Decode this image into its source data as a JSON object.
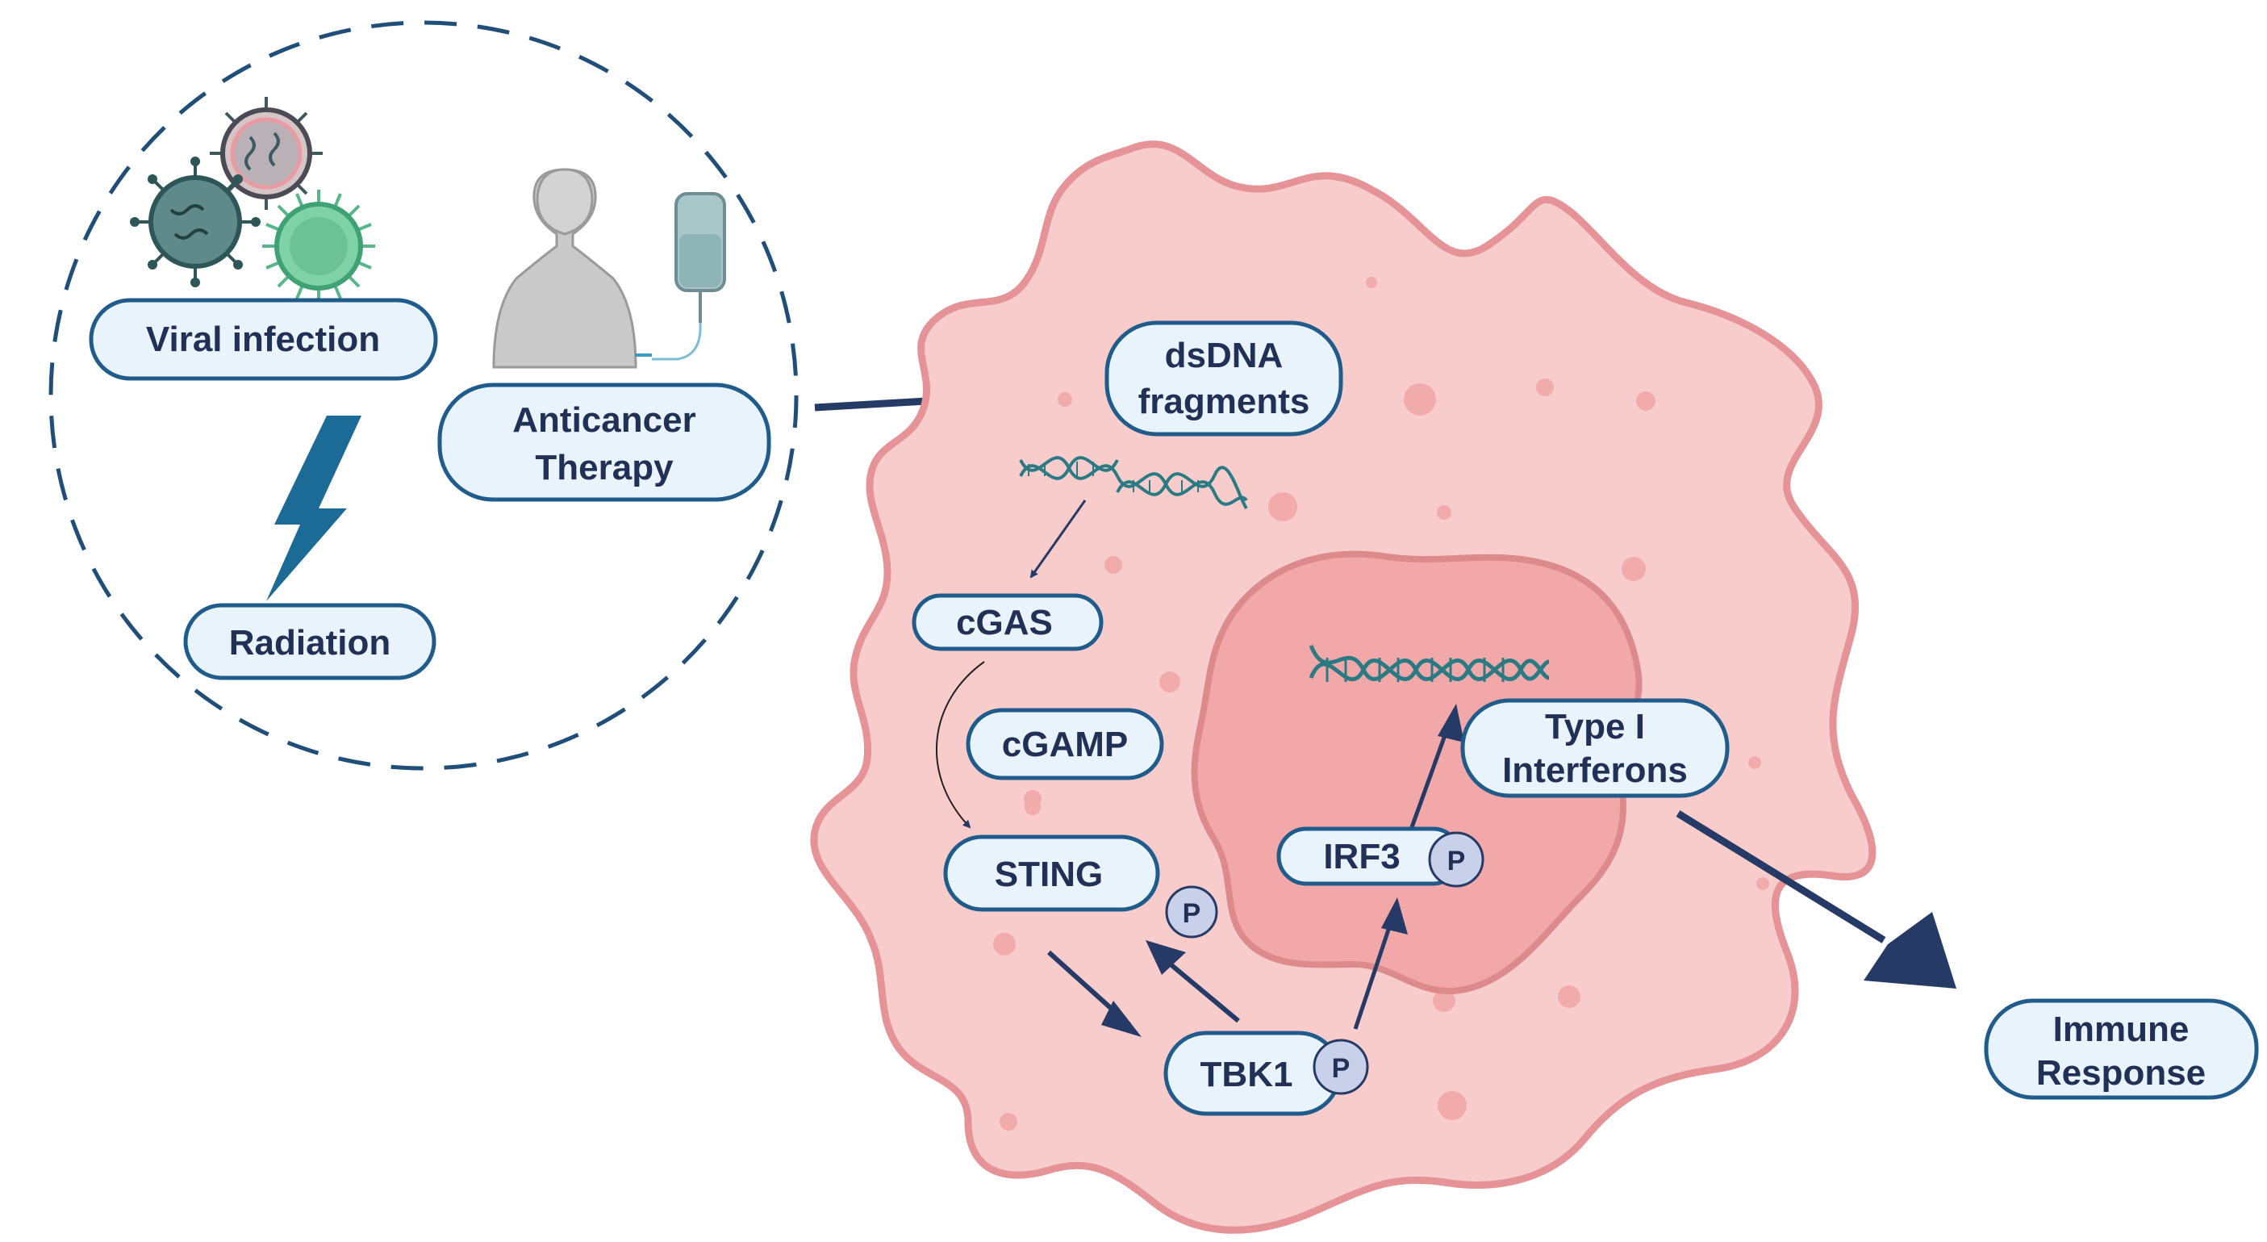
{
  "labels": {
    "viral_infection": "Viral infection",
    "anticancer_line1": "Anticancer",
    "anticancer_line2": "Therapy",
    "radiation": "Radiation",
    "dsdna_line1": "dsDNA",
    "dsdna_line2": "fragments",
    "cgas": "cGAS",
    "cgamp": "cGAMP",
    "sting": "STING",
    "tbk1": "TBK1",
    "irf3": "IRF3",
    "ifn_line1": "Type I",
    "ifn_line2": "Interferons",
    "immune_line1": "Immune",
    "immune_line2": "Response",
    "phospho": "P"
  },
  "colors": {
    "pill_fill": "#e9f3fb",
    "pill_stroke": "#1f5c8c",
    "text": "#213156",
    "arrow": "#263a66",
    "cell_fill": "#f9cccc",
    "cell_stroke": "#e59396",
    "nucleus_fill": "#f2a8a8",
    "nucleus_stroke": "#dd8a8c",
    "dna": "#2a7a84",
    "lightning": "#1c6a96",
    "phospho_fill": "#c9d0ea"
  },
  "icons": [
    "virus-icon",
    "patient-icon",
    "iv-bag-icon",
    "lightning-icon",
    "dna-helix-icon",
    "phosphate-icon"
  ]
}
